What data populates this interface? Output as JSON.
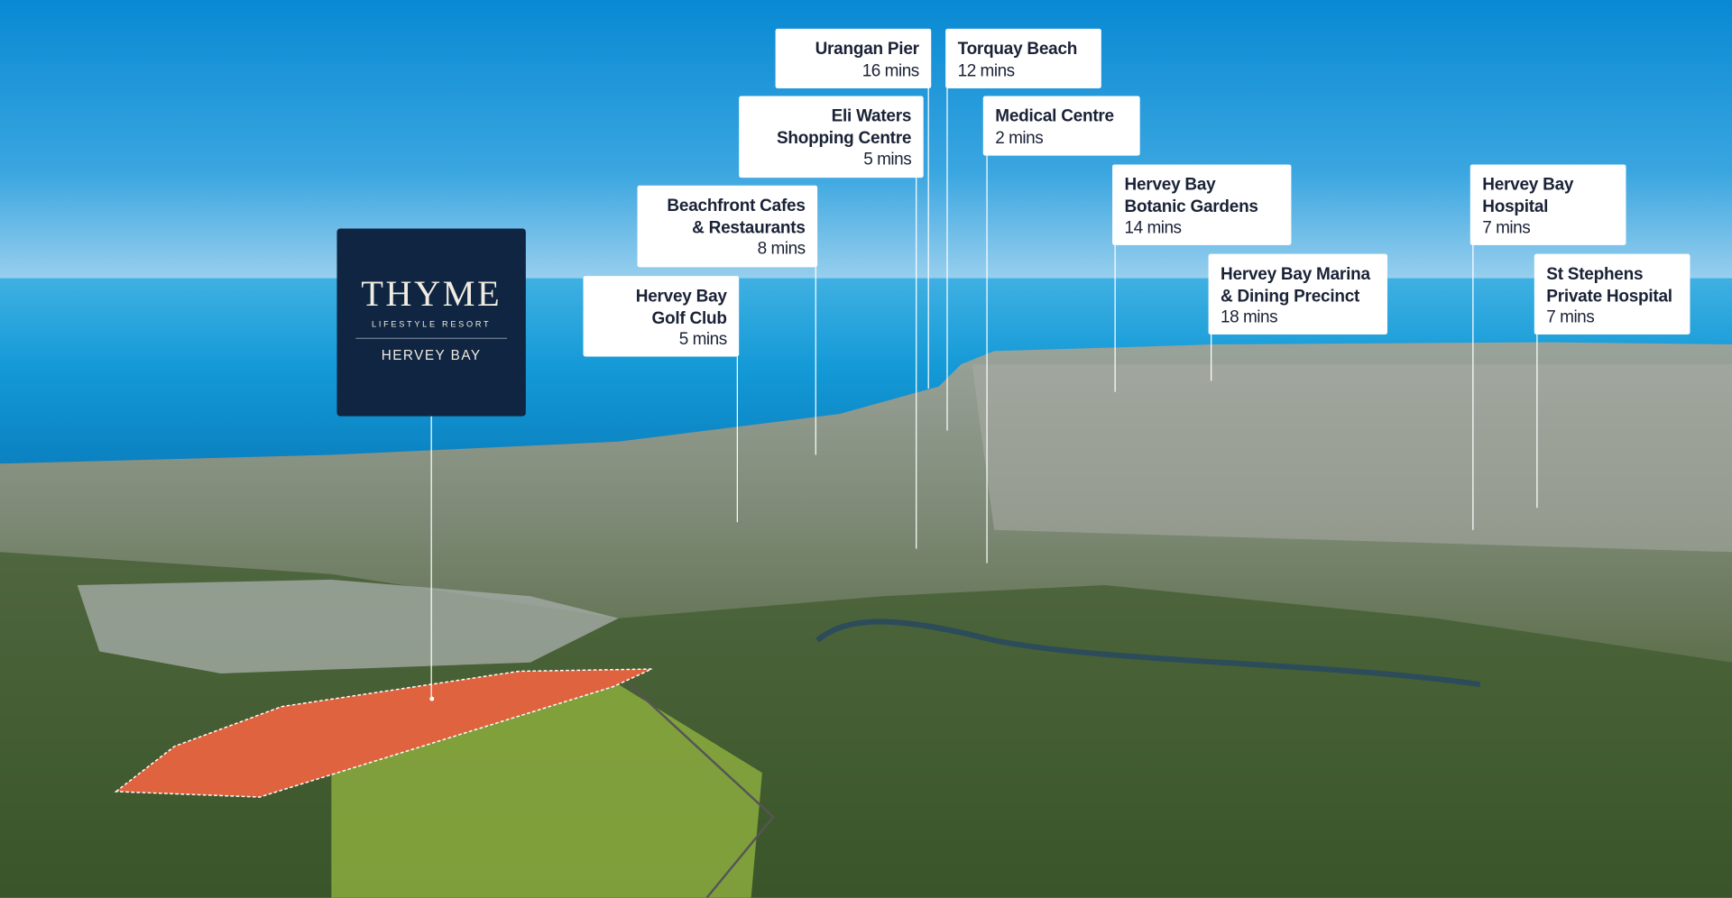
{
  "logo": {
    "brand": "THYME",
    "tagline": "LIFESTYLE RESORT",
    "location": "HERVEY BAY"
  },
  "callouts": [
    {
      "name_lines": [
        "Urangan Pier"
      ],
      "time": "16 mins"
    },
    {
      "name_lines": [
        "Torquay Beach"
      ],
      "time": "12 mins"
    },
    {
      "name_lines": [
        "Eli Waters",
        "Shopping Centre"
      ],
      "time": "5 mins"
    },
    {
      "name_lines": [
        "Medical Centre"
      ],
      "time": "2 mins"
    },
    {
      "name_lines": [
        "Beachfront Cafes",
        "& Restaurants"
      ],
      "time": "8 mins"
    },
    {
      "name_lines": [
        "Hervey Bay",
        "Golf Club"
      ],
      "time": "5 mins"
    },
    {
      "name_lines": [
        "Hervey Bay",
        "Botanic Gardens"
      ],
      "time": "14 mins"
    },
    {
      "name_lines": [
        "Hervey Bay Marina",
        "& Dining Precinct"
      ],
      "time": "18 mins"
    },
    {
      "name_lines": [
        "Hervey Bay",
        "Hospital"
      ],
      "time": "7 mins"
    },
    {
      "name_lines": [
        "St Stephens",
        "Private Hospital"
      ],
      "time": "7 mins"
    }
  ],
  "colors": {
    "site": "#e0633f",
    "navy": "#0f2541",
    "text": "#1a2236"
  }
}
